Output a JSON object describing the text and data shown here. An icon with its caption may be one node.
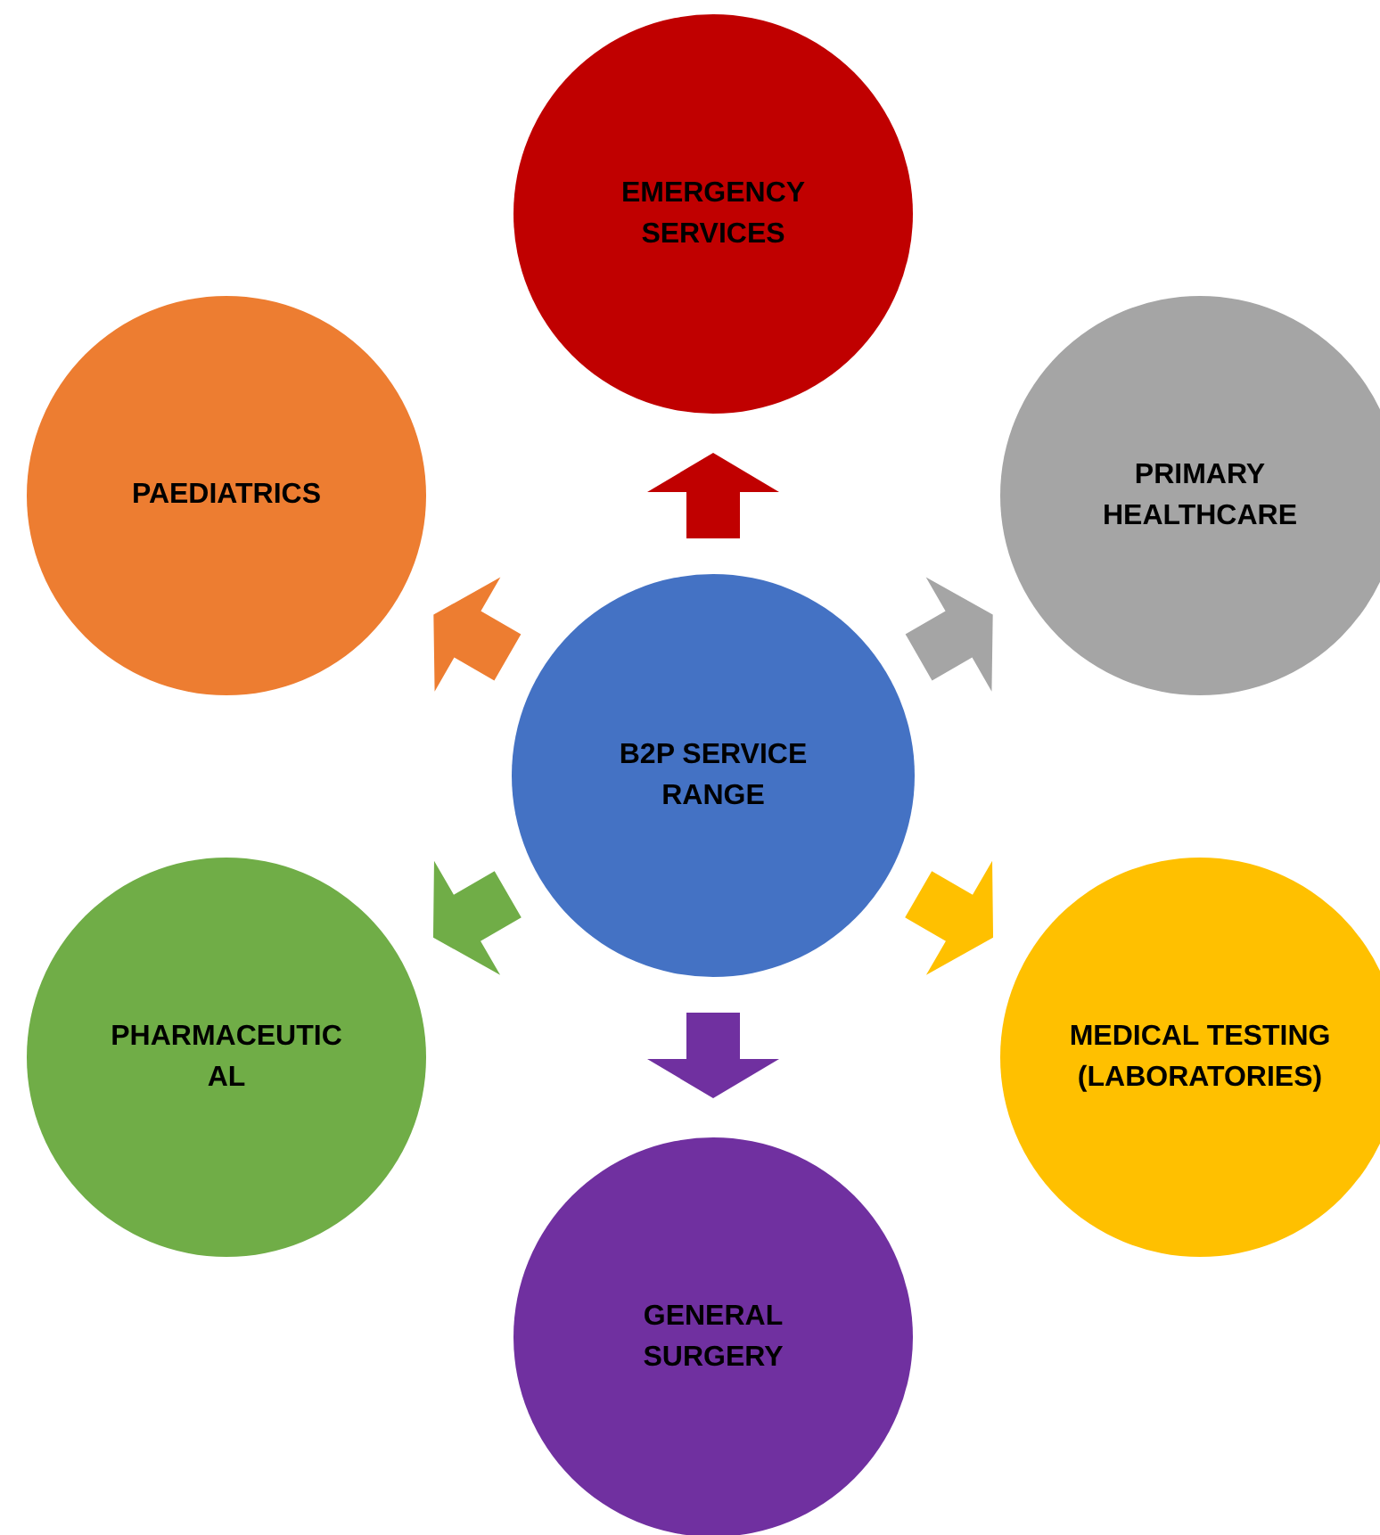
{
  "diagram": {
    "nodes": [
      {
        "text": [
          "B2P SERVICE RANGE"
        ]
      },
      {
        "text": [
          "EMERGENCY SERVICES"
        ]
      },
      {
        "text": [
          "PRIMARY HEALTHCARE"
        ]
      },
      {
        "text": [
          "MEDICAL TESTING (LABORATORIES)"
        ]
      },
      {
        "text": [
          "GENERAL SURGERY"
        ]
      },
      {
        "text": [
          "PHARMACEUTIC AL"
        ]
      },
      {
        "text": [
          "PAEDIATRICS"
        ]
      }
    ],
    "edges": [
      {
        "from": 0,
        "to": 1,
        "arrow": "to",
        "style": "thick",
        "color": "#c00000"
      },
      {
        "from": 0,
        "to": 2,
        "arrow": "to",
        "style": "thick",
        "color": "#a5a5a5"
      },
      {
        "from": 0,
        "to": 3,
        "arrow": "to",
        "style": "thick",
        "color": "#ffc000"
      },
      {
        "from": 0,
        "to": 4,
        "arrow": "to",
        "style": "thick",
        "color": "#7030a0"
      },
      {
        "from": 0,
        "to": 5,
        "arrow": "to",
        "style": "thick",
        "color": "#70ad47"
      },
      {
        "from": 0,
        "to": 6,
        "arrow": "to",
        "style": "thick",
        "color": "#ed7d31"
      }
    ]
  }
}
